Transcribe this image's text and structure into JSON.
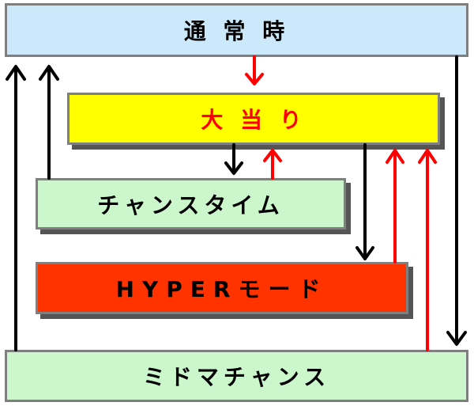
{
  "colors": {
    "normal_bg": "#cce9fb",
    "jackpot_bg": "#ffff00",
    "jackpot_text": "#ff0000",
    "chance_bg": "#ccf7cc",
    "hyper_bg": "#ff3300",
    "mid_bg": "#ccf7cc",
    "arrow_black": "#000000",
    "arrow_red": "#ff0000"
  },
  "states": {
    "normal": "通 常 時",
    "jackpot": "大 当 り",
    "chance_time": "チャンスタイム",
    "hyper_mode": "HYPERモード",
    "mid_chance": "ミドマチャンス"
  }
}
